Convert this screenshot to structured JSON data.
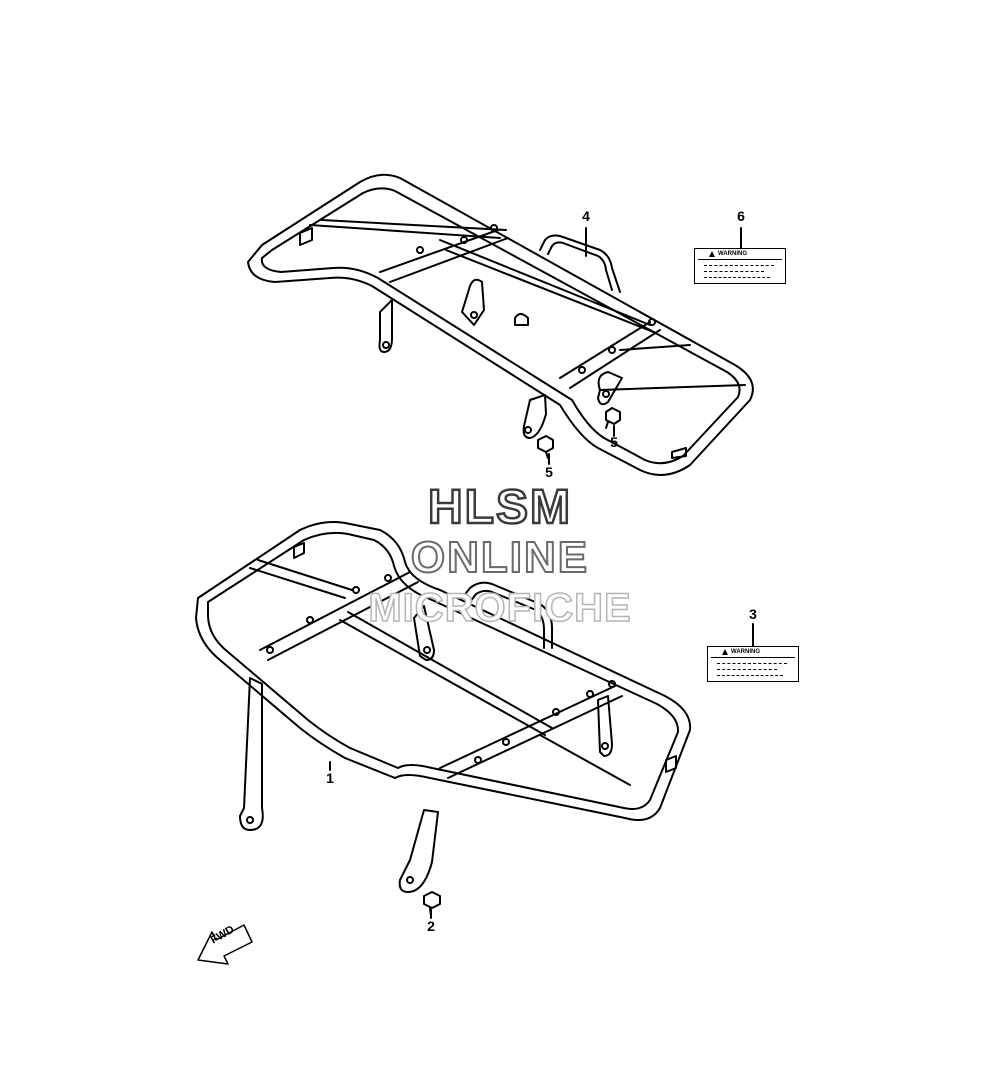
{
  "callouts": {
    "c1": "1",
    "c2": "2",
    "c3": "3",
    "c4": "4",
    "c5a": "5",
    "c5b": "5",
    "c6": "6"
  },
  "watermark": {
    "line1": "HLSM",
    "line2": "ONLINE",
    "line3": "MICROFICHE"
  },
  "labels": {
    "warning_6": "WARNING",
    "warning_3": "WARNING"
  },
  "fwd_arrow": {
    "text": "FWD"
  }
}
